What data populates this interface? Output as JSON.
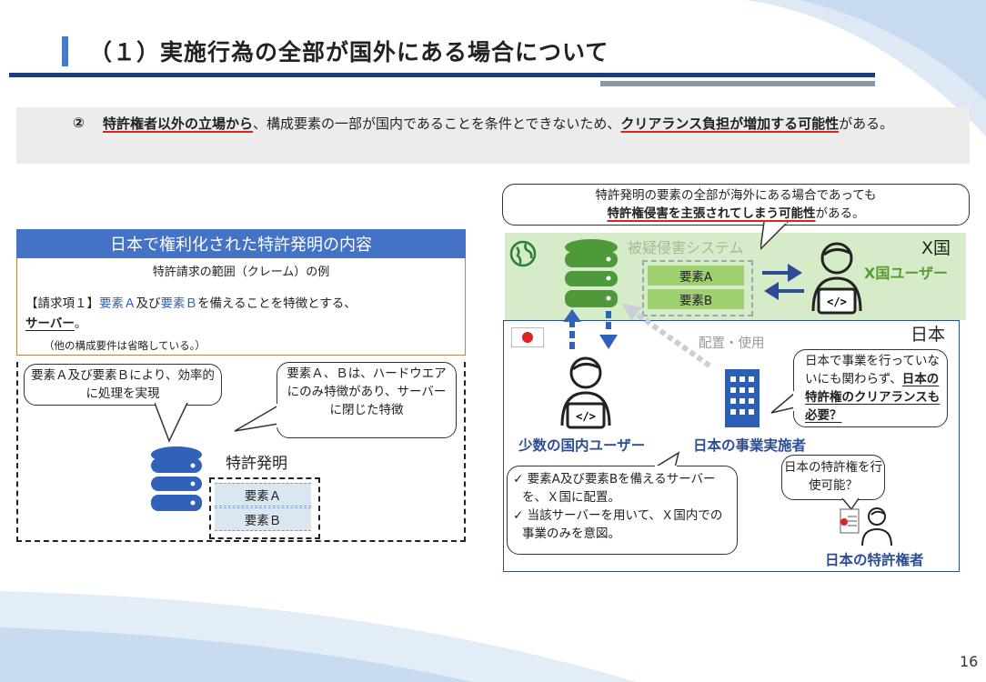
{
  "title": "（１）実施行為の全部が国外にある場合について",
  "notice": {
    "number": "②",
    "part1": "特許権者以外の立場から",
    "part2": "、構成要素の一部が国内であることを条件とできないため、",
    "part3": "クリアランス負担が増加する可能性",
    "part4": "がある。"
  },
  "claim": {
    "heading": "日本で権利化された特許発明の内容",
    "subheading": "特許請求の範囲（クレーム）の例",
    "t1": "【請求項１】",
    "t2": "要素Ａ",
    "t3": "及び",
    "t4": "要素Ｂ",
    "t5": "を備えることを特徴とする、",
    "t6": "サーバー",
    "t7": "。",
    "note": "（他の構成要件は省略している。）"
  },
  "left_diagram": {
    "bubble_a": "要素Ａ及び要素Ｂにより、効率的に処理を実現",
    "bubble_b": "要素Ａ、Ｂは、ハードウエアにのみ特徴があり、サーバーに閉じた特徴",
    "patent_label": "特許発明",
    "element_a": "要素Ａ",
    "element_b": "要素Ｂ"
  },
  "right_diagram": {
    "top_bubble_line1": "特許発明の要素の全部が海外にある場合であっても",
    "top_bubble_bold": "特許権侵害を主張されてしまう可能性",
    "top_bubble_tail": "がある。",
    "system_label": "被疑侵害システム",
    "x_country": "X国",
    "x_user": "X国ユーザー",
    "element_a": "要素A",
    "element_b": "要素B",
    "japan": "日本",
    "placement": "配置・使用",
    "domestic_user": "少数の国内ユーザー",
    "operator": "日本の事業実施者",
    "operator_bubble_plain": "日本で事業を行っていないにも関わらず、",
    "operator_bubble_bold": "日本の特許権のクリアランスも必要？",
    "check1": "✓ 要素A及び要素Bを備えるサーバーを、Ｘ国に配置。",
    "check2": "✓ 当該サーバーを用いて、Ｘ国内での事業のみを意図。",
    "owner_bubble": "日本の特許権を行使可能？",
    "owner": "日本の特許権者"
  },
  "page_number": "16",
  "colors": {
    "accent_blue": "#4473c5",
    "navy": "#1c3c7a",
    "green_zone": "#d6ebc8",
    "green_text": "#5a9a34",
    "red_underline": "#dd2222"
  },
  "icons": [
    "globe-icon",
    "database-icon",
    "developer-user-icon",
    "office-building-icon",
    "japan-flag-icon",
    "patent-owner-icon"
  ]
}
